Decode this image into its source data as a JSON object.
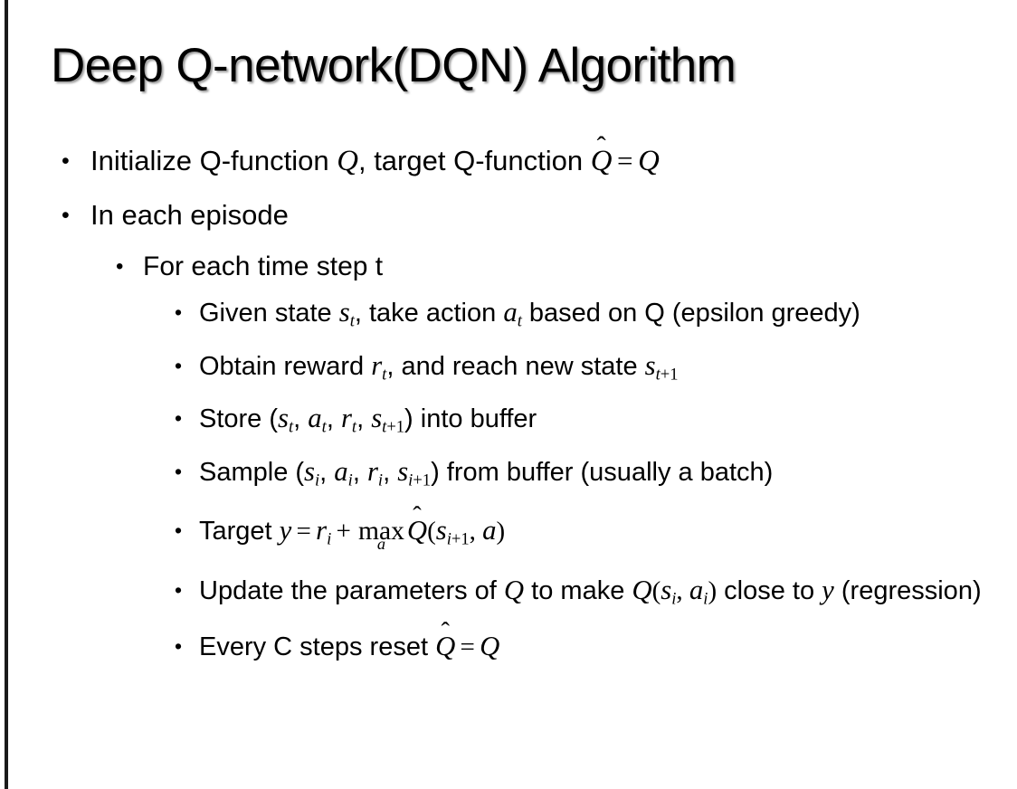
{
  "slide": {
    "title": "Deep Q-network(DQN) Algorithm",
    "background_color": "#ffffff",
    "text_color": "#000000",
    "edge_band_color": "#1a1a1a",
    "bullet_glyph": "•"
  },
  "bullets": {
    "b1_text": "Initialize Q-function ",
    "b1_q": "Q",
    "b1_mid": ", target Q-function ",
    "b1_hatq": "Q",
    "b1_hat": "̂",
    "b1_eq": "=",
    "b1_q2": "Q",
    "b2_text": "In each episode",
    "b3_text": "For each time step t",
    "b4_pre": "Given state ",
    "b4_s": "s",
    "b4_s_sub": "t",
    "b4_mid": ", take action ",
    "b4_a": "a",
    "b4_a_sub": "t",
    "b4_post": " based on Q (epsilon greedy)",
    "b5_pre": "Obtain reward ",
    "b5_r": "r",
    "b5_r_sub": "t",
    "b5_mid": ", and reach new state ",
    "b5_s": "s",
    "b5_s_sub_i": "t",
    "b5_s_sub_n": "+1",
    "b6_pre": "Store (",
    "b6_s": "s",
    "b6_s_sub": "t",
    "b6_c1": ", ",
    "b6_a": "a",
    "b6_a_sub": "t",
    "b6_c2": ", ",
    "b6_r": "r",
    "b6_r_sub": "t",
    "b6_c3": ", ",
    "b6_s2": "s",
    "b6_s2_sub_i": "t",
    "b6_s2_sub_n": "+1",
    "b6_post": ") into buffer",
    "b7_pre": "Sample (",
    "b7_s": "s",
    "b7_s_sub": "i",
    "b7_c1": ", ",
    "b7_a": "a",
    "b7_a_sub": "i",
    "b7_c2": ", ",
    "b7_r": "r",
    "b7_r_sub": "i",
    "b7_c3": ", ",
    "b7_s2": "s",
    "b7_s2_sub_i": "i",
    "b7_s2_sub_n": "+1",
    "b7_post": ") from buffer (usually a batch)",
    "b8_pre": "Target ",
    "b8_y": "y",
    "b8_eq": "=",
    "b8_r": "r",
    "b8_r_sub": "i",
    "b8_plus": "+",
    "b8_max": "max",
    "b8_max_lim": "a",
    "b8_hatq": "Q",
    "b8_hat": "̂",
    "b8_open": "(",
    "b8_s": "s",
    "b8_s_sub_i": "i",
    "b8_s_sub_n": "+1",
    "b8_c1": ", ",
    "b8_a": "a",
    "b8_close": ")",
    "b9_pre": "Update the parameters of ",
    "b9_q1": "Q",
    "b9_mid": " to make ",
    "b9_q2": "Q",
    "b9_open": "(",
    "b9_s": "s",
    "b9_s_sub": "i",
    "b9_c1": ", ",
    "b9_a": "a",
    "b9_a_sub": "i",
    "b9_close": ")",
    "b9_post": " close to ",
    "b9_y": "y",
    "b9_tail": " (regression)",
    "b10_pre": "Every C steps reset ",
    "b10_hatq": "Q",
    "b10_hat": "̂",
    "b10_eq": "=",
    "b10_q": "Q"
  }
}
